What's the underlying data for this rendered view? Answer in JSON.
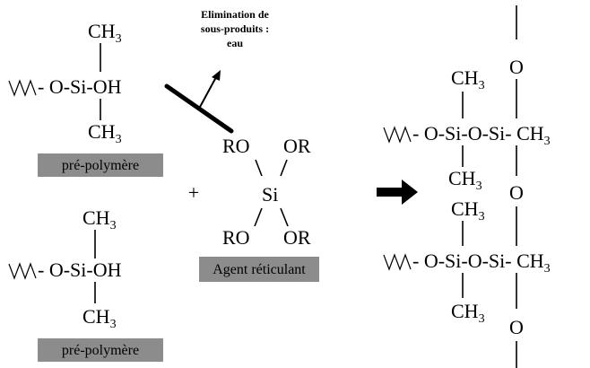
{
  "elimination_note": {
    "line1": "Elimination de",
    "line2": "sous-produits :",
    "line3": "eau"
  },
  "monomer1": {
    "ch3_top_base": "CH",
    "ch3_top_sub": "3",
    "chain": "- O-Si-OH",
    "ch3_bottom_base": "CH",
    "ch3_bottom_sub": "3",
    "label": "pré-polymère"
  },
  "monomer2": {
    "ch3_top_base": "CH",
    "ch3_top_sub": "3",
    "chain": "- O-Si-OH",
    "ch3_bottom_base": "CH",
    "ch3_bottom_sub": "3",
    "label": "pré-polymère"
  },
  "plus_sign": "+",
  "crosslinker": {
    "ro_top": "RO",
    "or_top": "OR",
    "si": "Si",
    "ro_bottom": "RO",
    "or_bottom": "OR",
    "label": "Agent réticulant"
  },
  "product": {
    "o_top": "O",
    "ch3_a_base": "CH",
    "ch3_a_sub": "3",
    "row1_chain": "- O-Si-O-Si- CH",
    "row1_sub": "3",
    "ch3_b_base": "CH",
    "ch3_b_sub": "3",
    "o_middle": "O",
    "ch3_c_base": "CH",
    "ch3_c_sub": "3",
    "row2_chain": "- O-Si-O-Si- CH",
    "row2_sub": "3",
    "ch3_d_base": "CH",
    "ch3_d_sub": "3",
    "o_bottom": "O"
  },
  "colors": {
    "label_box": "#8c8c8c",
    "ink": "#000000",
    "background": "#ffffff"
  }
}
